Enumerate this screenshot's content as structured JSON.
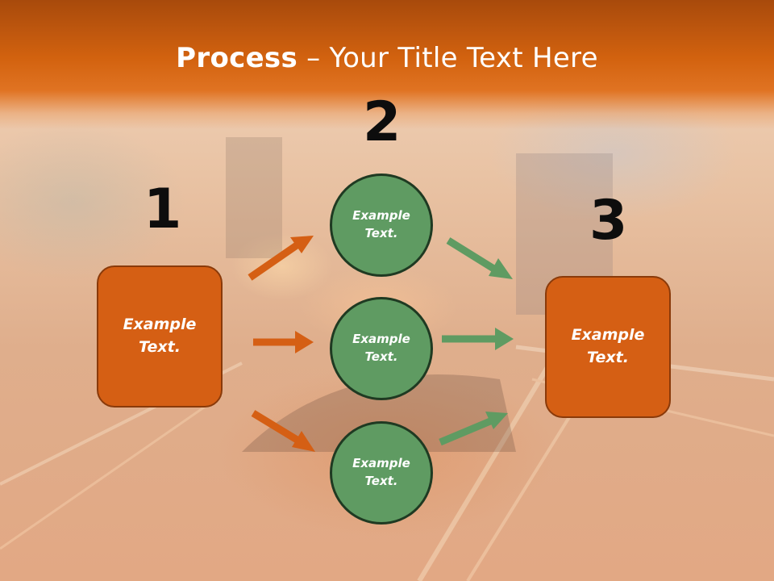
{
  "title": {
    "bold": "Process",
    "rest": " – Your Title Text Here"
  },
  "steps": [
    {
      "number": "1",
      "text": "Example\nText."
    },
    {
      "number": "2",
      "text": ""
    },
    {
      "number": "3",
      "text": "Example\nText."
    }
  ],
  "circles": [
    {
      "text": "Example\nText."
    },
    {
      "text": "Example\nText."
    },
    {
      "text": "Example\nText."
    }
  ],
  "colors": {
    "orange": "#d55f14",
    "green": "#5f9b62",
    "header": "#d2620f"
  }
}
